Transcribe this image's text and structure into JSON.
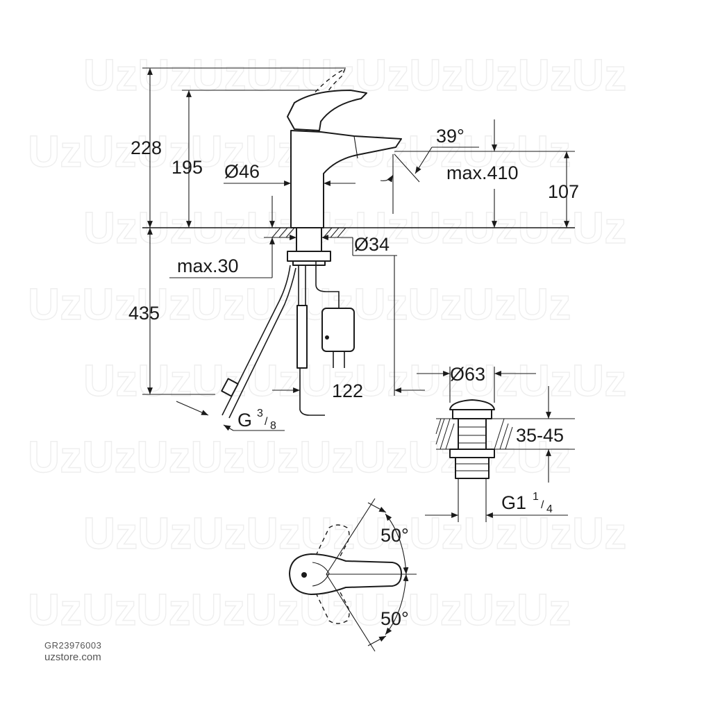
{
  "watermark": "UzUzUzUzUzUzUzUzUzUz",
  "labels": {
    "h_total": "228",
    "h_spout": "195",
    "d_body": "Ø46",
    "angle_spout": "39°",
    "reach": "max.410",
    "h_clearance": "107",
    "d_shank": "Ø34",
    "deck_thickness": "max.30",
    "hose_length": "435",
    "hose_offset": "122",
    "thread_hose": "G",
    "thread_hose_num": "3",
    "thread_hose_den": "8",
    "d_waste": "Ø63",
    "waste_range": "35-45",
    "thread_waste": "G1",
    "thread_waste_num": "1",
    "thread_waste_den": "4",
    "angle_left": "50°",
    "angle_right": "50°"
  },
  "footer": {
    "product_code": "GR23976003",
    "store": "uzstore.com"
  }
}
